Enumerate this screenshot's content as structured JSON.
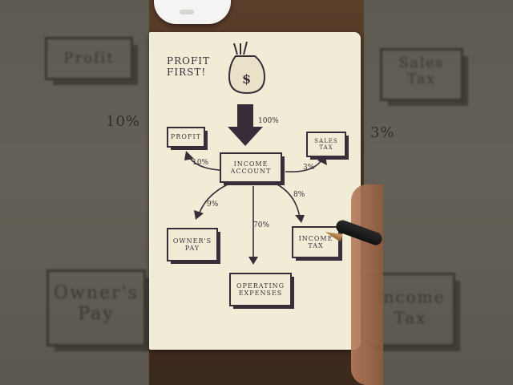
{
  "colors": {
    "paper": "#f1ecd6",
    "ink": "#3a2d3a",
    "desk": "#4a3322",
    "blurred_side": "#757166"
  },
  "notebook": {
    "title": "Profit\nFirst!",
    "money_bag_symbol": "$",
    "top_percent": "100%",
    "income_box": "Income\nAccount",
    "profit_box": "Profit",
    "profit_percent": "10%",
    "sales_tax_box": "Sales\nTax",
    "sales_tax_percent": "3%",
    "owners_pay_box": "Owner's\nPay",
    "owners_pay_percent": "9%",
    "operating_box": "Operating\nExpenses",
    "operating_percent": "70%",
    "income_tax_box": "Income\nTax",
    "income_tax_percent": "8%"
  },
  "blurred_left": {
    "profit": "Profit",
    "profit_percent": "10%",
    "owners_pay": "Owner's\nPay"
  },
  "blurred_right": {
    "sales_tax": "Sales\nTax",
    "sales_tax_percent": "3%",
    "income_tax": "Income\nTax"
  }
}
